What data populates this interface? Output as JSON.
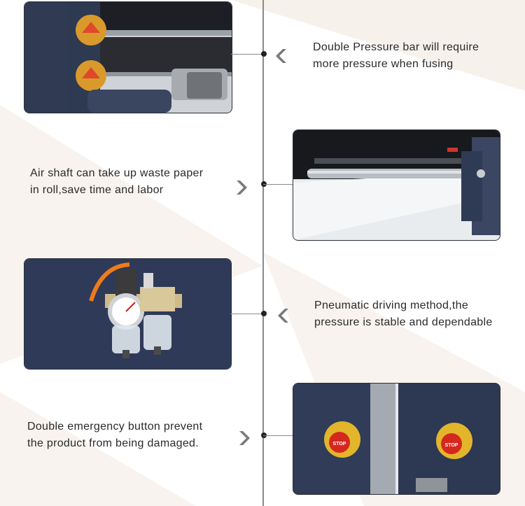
{
  "features": [
    {
      "lines": [
        "Double Pressure bar will require",
        "more pressure when fusing"
      ],
      "image": "pressure-rollers-photo",
      "arrow": "chevron-left-icon"
    },
    {
      "lines": [
        "Air shaft can take up waste paper",
        "in roll,save time and labor"
      ],
      "image": "air-shaft-photo",
      "arrow": "chevron-right-icon"
    },
    {
      "lines": [
        "Pneumatic driving method,the",
        "pressure is stable and dependable"
      ],
      "image": "pneumatic-regulator-photo",
      "arrow": "chevron-left-icon"
    },
    {
      "lines": [
        "Double emergency button prevent",
        "the product from being damaged."
      ],
      "image": "emergency-buttons-photo",
      "arrow": "chevron-right-icon",
      "stop_label": "STOP"
    }
  ],
  "colors": {
    "line": "#8a8a8a",
    "dot": "#222222",
    "chevron": "#7a7a7a",
    "machine_navy": "#2f3b57",
    "background_tint": "#f6f0ea"
  }
}
